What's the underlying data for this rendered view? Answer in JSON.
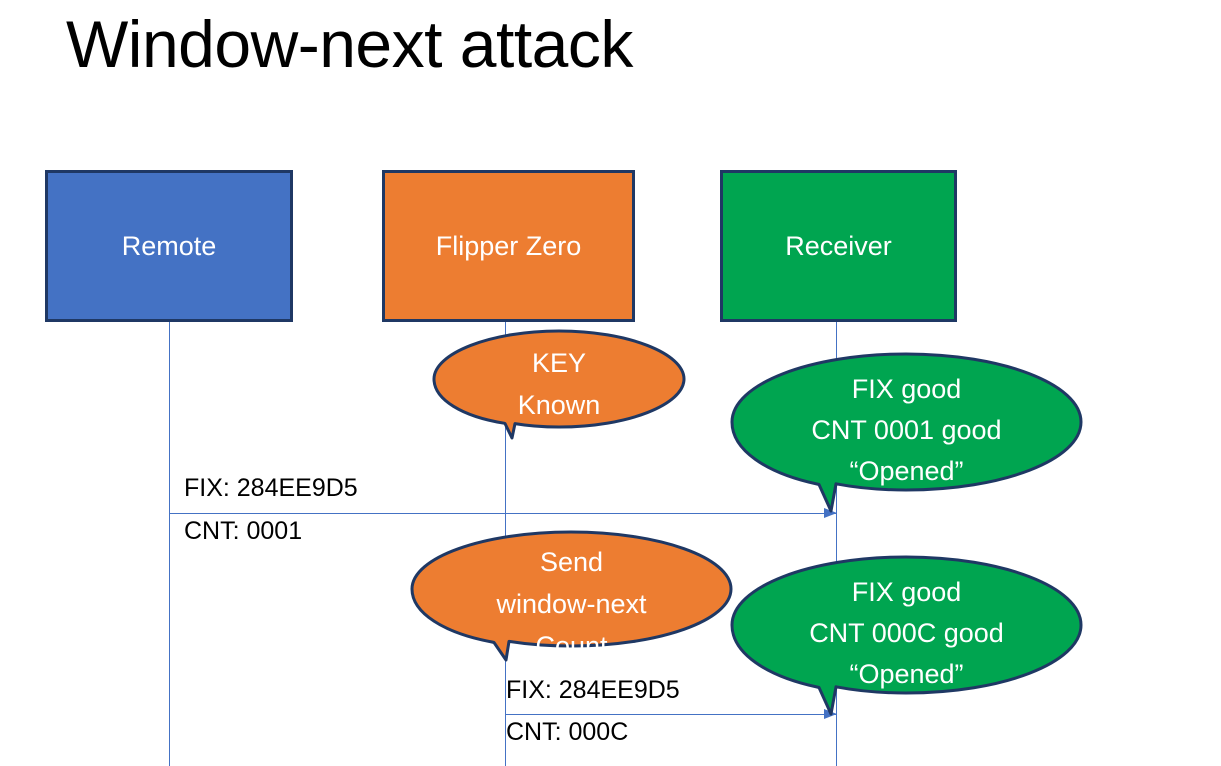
{
  "slide": {
    "title": "Window-next attack"
  },
  "colors": {
    "remote_fill": "#4472C4",
    "flipper_fill": "#ED7D31",
    "receiver_fill": "#00A550",
    "outline": "#1F3864",
    "arrow": "#4472C4",
    "text_on_fill": "#FFFFFF",
    "label_text": "#000000",
    "background": "#FFFFFF"
  },
  "actors": [
    {
      "id": "remote",
      "label": "Remote"
    },
    {
      "id": "flipper",
      "label": "Flipper Zero"
    },
    {
      "id": "receiver",
      "label": "Receiver"
    }
  ],
  "bubbles": [
    {
      "id": "key-known",
      "owner": "flipper",
      "text": "KEY\nKnown"
    },
    {
      "id": "fix-good-1",
      "owner": "receiver",
      "text": "FIX good\nCNT 0001 good\n“Opened”"
    },
    {
      "id": "send-window",
      "owner": "flipper",
      "text": "Send\nwindow-next\nCount"
    },
    {
      "id": "fix-good-2",
      "owner": "receiver",
      "text": "FIX good\nCNT 000C good\n“Opened”"
    }
  ],
  "messages": [
    {
      "id": "m1",
      "from": "remote",
      "to": "receiver",
      "fix_label": "FIX: 284EE9D5",
      "cnt_label": "CNT: 0001"
    },
    {
      "id": "m2",
      "from": "flipper",
      "to": "receiver",
      "fix_label": "FIX: 284EE9D5",
      "cnt_label": "CNT: 000C"
    }
  ]
}
